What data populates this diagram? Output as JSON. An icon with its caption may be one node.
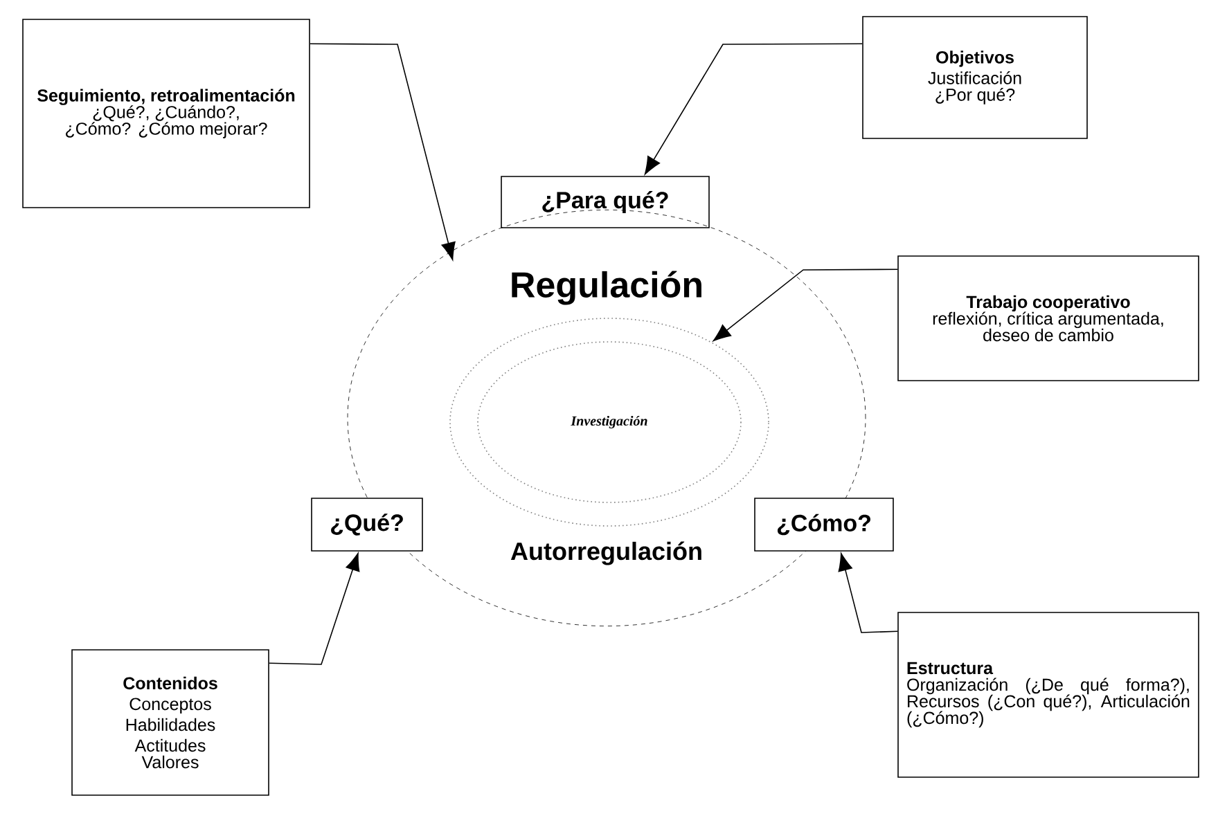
{
  "diagram": {
    "nodes": [
      {
        "text": [
          "Seguimiento, retroalimentación",
          "¿Qué?, ¿Cuándo?, ¿Cómo? ¿Cómo mejorar?"
        ]
      },
      {
        "text": [
          "Objetivos",
          "Justificación",
          "¿Por qué?"
        ]
      },
      {
        "text": [
          "¿Para qué?"
        ]
      },
      {
        "text": [
          "Regulación",
          "Autorregulación"
        ]
      },
      {
        "text": [
          "Investigación"
        ],
        "in": 3
      },
      {
        "text": [
          "Trabajo cooperativo",
          "reflexión, crítica argumentada, deseo de cambio"
        ]
      },
      {
        "text": [
          "¿Qué?"
        ]
      },
      {
        "text": [
          "¿Cómo?"
        ]
      },
      {
        "text": [
          "Contenidos",
          "Conceptos",
          "Habilidades",
          "Actitudes",
          "Valores"
        ]
      },
      {
        "text": [
          "Estructura",
          "Organización (¿De qué forma?), Recursos (¿Con qué?), Articulación (¿Cómo?)"
        ]
      }
    ],
    "edges": [
      {
        "from": 0,
        "to": 3,
        "arrow": "to"
      },
      {
        "from": 1,
        "to": 2,
        "arrow": "to"
      },
      {
        "from": 5,
        "to": 4,
        "arrow": "to"
      },
      {
        "from": 8,
        "to": 6,
        "arrow": "to"
      },
      {
        "from": 9,
        "to": 7,
        "arrow": "to"
      }
    ]
  }
}
